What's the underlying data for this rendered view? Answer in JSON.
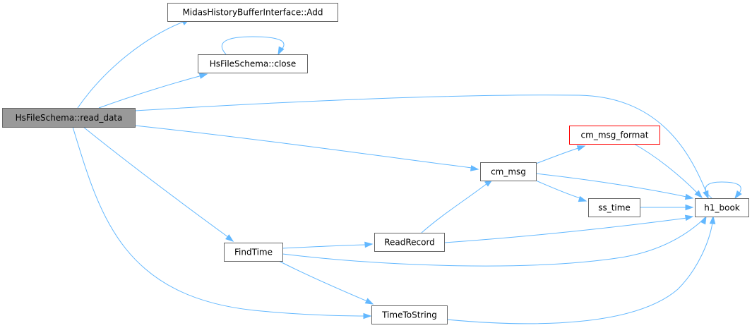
{
  "graph": {
    "nodes": {
      "read_data": {
        "label": "HsFileSchema::read_data",
        "style": "root"
      },
      "add": {
        "label": "MidasHistoryBufferInterface::Add",
        "style": "normal"
      },
      "close": {
        "label": "HsFileSchema::close",
        "style": "normal"
      },
      "cm_msg_format": {
        "label": "cm_msg_format",
        "style": "truncated"
      },
      "cm_msg": {
        "label": "cm_msg",
        "style": "normal"
      },
      "ss_time": {
        "label": "ss_time",
        "style": "normal"
      },
      "h1_book": {
        "label": "h1_book",
        "style": "normal"
      },
      "read_record": {
        "label": "ReadRecord",
        "style": "normal"
      },
      "find_time": {
        "label": "FindTime",
        "style": "normal"
      },
      "time_to_string": {
        "label": "TimeToString",
        "style": "normal"
      }
    },
    "edges": [
      {
        "from": "read_data",
        "to": "add"
      },
      {
        "from": "read_data",
        "to": "close"
      },
      {
        "from": "close",
        "to": "close"
      },
      {
        "from": "read_data",
        "to": "h1_book"
      },
      {
        "from": "read_data",
        "to": "cm_msg"
      },
      {
        "from": "read_data",
        "to": "find_time"
      },
      {
        "from": "read_data",
        "to": "time_to_string"
      },
      {
        "from": "cm_msg",
        "to": "cm_msg_format"
      },
      {
        "from": "cm_msg",
        "to": "h1_book"
      },
      {
        "from": "cm_msg",
        "to": "ss_time"
      },
      {
        "from": "cm_msg_format",
        "to": "h1_book"
      },
      {
        "from": "ss_time",
        "to": "h1_book"
      },
      {
        "from": "h1_book",
        "to": "h1_book"
      },
      {
        "from": "find_time",
        "to": "read_record"
      },
      {
        "from": "find_time",
        "to": "h1_book"
      },
      {
        "from": "find_time",
        "to": "time_to_string"
      },
      {
        "from": "read_record",
        "to": "cm_msg"
      },
      {
        "from": "read_record",
        "to": "h1_book"
      },
      {
        "from": "time_to_string",
        "to": "h1_book"
      }
    ],
    "colors": {
      "edge": "#63b8ff",
      "node_border": "#666666",
      "root_fill": "#999999",
      "truncated_border": "#ff0000"
    }
  }
}
